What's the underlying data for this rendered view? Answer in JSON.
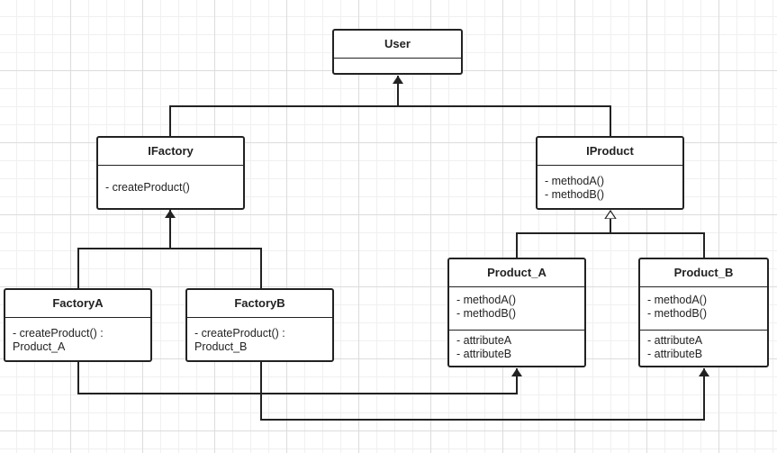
{
  "classes": {
    "user": {
      "name": "User"
    },
    "ifactory": {
      "name": "IFactory",
      "methods": [
        "- createProduct()"
      ]
    },
    "iproduct": {
      "name": "IProduct",
      "methods": [
        "- methodA()",
        "- methodB()"
      ]
    },
    "factory_a": {
      "name": "FactoryA",
      "methods": [
        "- createProduct() :",
        "Product_A"
      ]
    },
    "factory_b": {
      "name": "FactoryB",
      "methods": [
        "- createProduct() :",
        "Product_B"
      ]
    },
    "product_a": {
      "name": "Product_A",
      "methods": [
        "- methodA()",
        "- methodB()"
      ],
      "attributes": [
        "- attributeA",
        "- attributeB"
      ]
    },
    "product_b": {
      "name": "Product_B",
      "methods": [
        "- methodA()",
        "- methodB()"
      ],
      "attributes": [
        "- attributeA",
        "- attributeB"
      ]
    }
  },
  "relations": [
    {
      "from": "ifactory",
      "to": "user",
      "type": "association"
    },
    {
      "from": "iproduct",
      "to": "user",
      "type": "association"
    },
    {
      "from": "factory_a",
      "to": "ifactory",
      "type": "association"
    },
    {
      "from": "factory_b",
      "to": "ifactory",
      "type": "association"
    },
    {
      "from": "product_a",
      "to": "iproduct",
      "type": "realization"
    },
    {
      "from": "product_b",
      "to": "iproduct",
      "type": "realization"
    },
    {
      "from": "factory_a",
      "to": "product_a",
      "type": "association"
    },
    {
      "from": "factory_b",
      "to": "product_b",
      "type": "association"
    }
  ],
  "colors": {
    "line": "#222222",
    "box_fill": "#ffffff",
    "grid": "#dcdcdc"
  }
}
